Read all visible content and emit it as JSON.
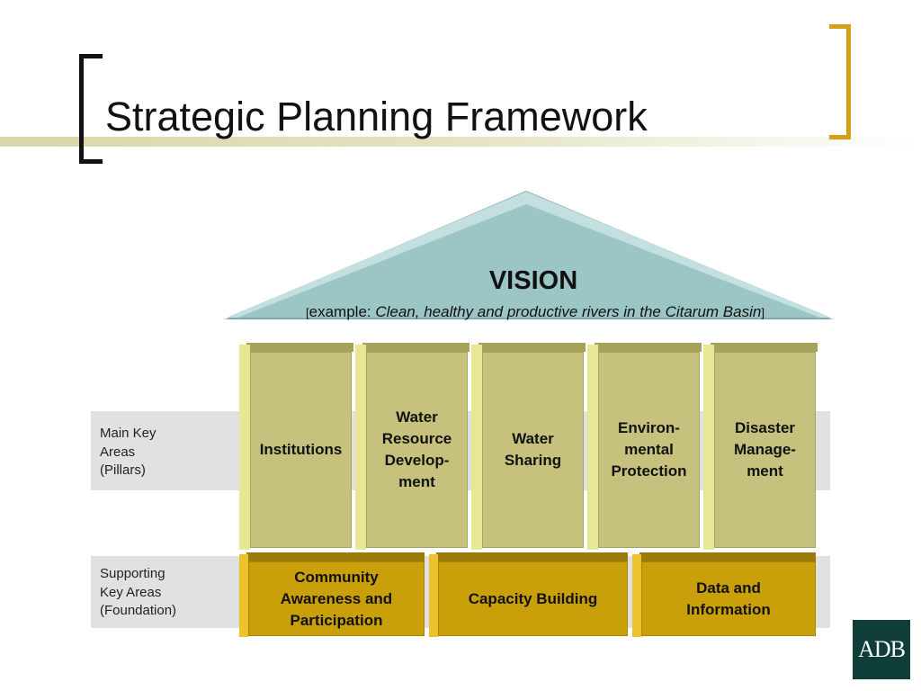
{
  "slide": {
    "title": "Strategic Planning Framework"
  },
  "vision": {
    "title": "VISION",
    "bracket_open": "[",
    "prefix": "example: ",
    "example": "Clean, healthy and productive rivers in the Citarum Basin",
    "bracket_close": "]"
  },
  "bands": {
    "main": [
      "Main Key",
      "Areas",
      "(Pillars)"
    ],
    "support": [
      "Supporting",
      "Key Areas",
      "(Foundation)"
    ]
  },
  "pillars": [
    [
      "Institutions"
    ],
    [
      "Water",
      "Resource",
      "Develop-",
      "ment"
    ],
    [
      "Water",
      "Sharing"
    ],
    [
      "Environ-",
      "mental",
      "Protection"
    ],
    [
      "Disaster",
      "Manage-",
      "ment"
    ]
  ],
  "foundation": [
    [
      "Community",
      "Awareness and",
      "Participation"
    ],
    [
      "Capacity Building"
    ],
    [
      "Data and",
      "Information"
    ]
  ],
  "logo": {
    "text": "ADB"
  },
  "colors": {
    "roof": "#9cc5c6",
    "pillar": "#c6c27d",
    "foundation": "#c9a00a",
    "bracket_accent": "#d4a017",
    "logo_bg": "#0f3d38"
  }
}
